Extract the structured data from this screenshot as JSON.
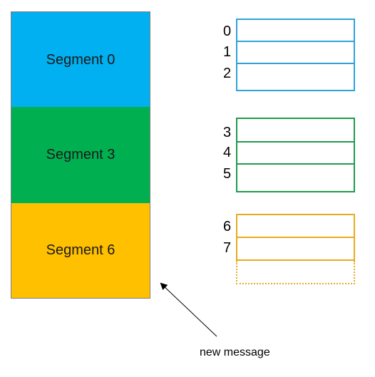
{
  "segments": [
    {
      "label": "Segment 0",
      "color": "#00b0f0"
    },
    {
      "label": "Segment 3",
      "color": "#00b050"
    },
    {
      "label": "Segment 6",
      "color": "#ffc000"
    }
  ],
  "groups": [
    {
      "color": "#2ea3d9",
      "rows": [
        "0",
        "1",
        "2"
      ]
    },
    {
      "color": "#1f9a4c",
      "rows": [
        "3",
        "4",
        "5"
      ]
    },
    {
      "color": "#e6ac1c",
      "rows": [
        "6",
        "7",
        ""
      ],
      "last_row_dashed": true
    }
  ],
  "annotation": {
    "text": "new message"
  }
}
